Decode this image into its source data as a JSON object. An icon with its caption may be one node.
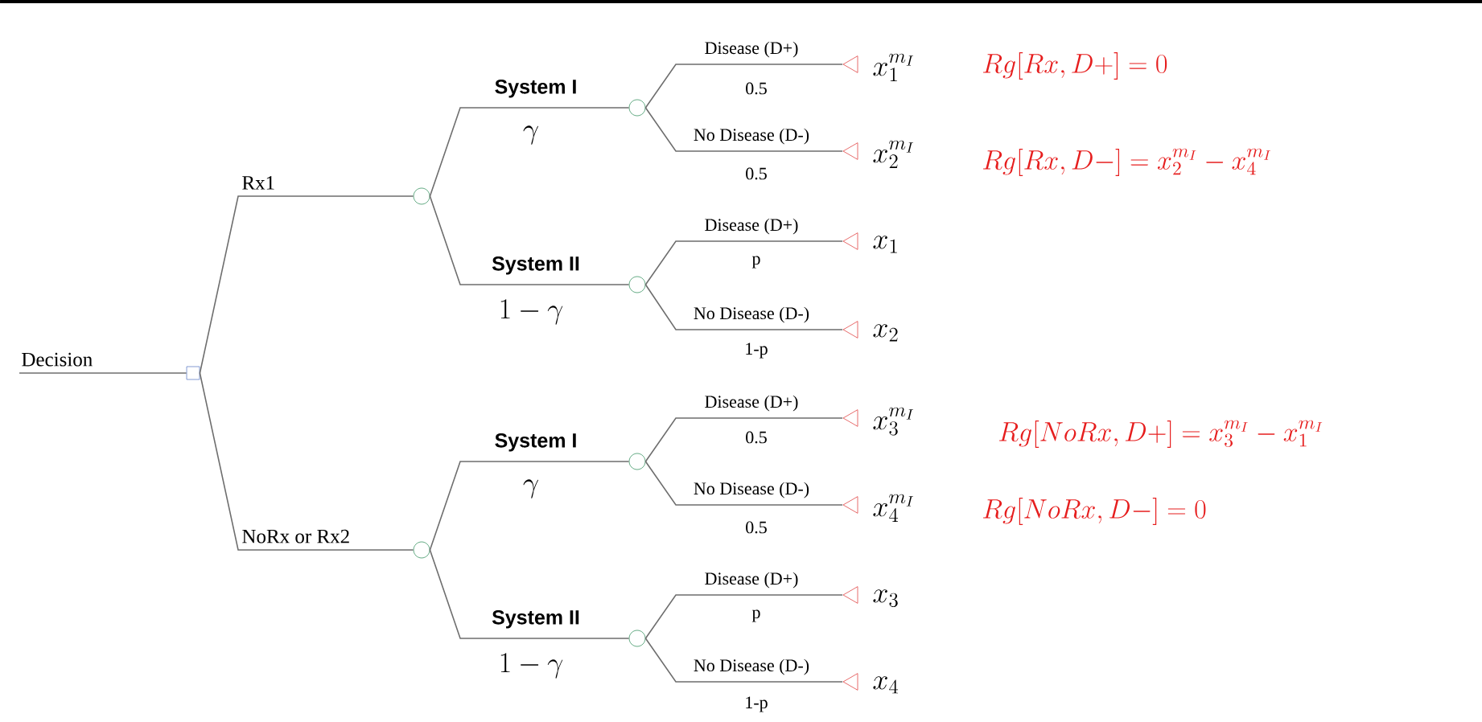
{
  "diagram": {
    "nodes": [
      {
        "text": [],
        "shape": "box"
      },
      {
        "text": [],
        "shape": "circle"
      },
      {
        "text": [],
        "shape": "circle"
      },
      {
        "text": [],
        "shape": "circle"
      },
      {
        "text": [],
        "shape": "circle"
      },
      {
        "text": [],
        "shape": "circle"
      },
      {
        "text": [],
        "shape": "circle"
      },
      {
        "text": [],
        "shape": "triangle",
        "beside": [
          "x_1^{m_I}"
        ]
      },
      {
        "text": [],
        "shape": "triangle",
        "beside": [
          "x_2^{m_I}"
        ]
      },
      {
        "text": [],
        "shape": "triangle",
        "beside": [
          "x_1"
        ]
      },
      {
        "text": [],
        "shape": "triangle",
        "beside": [
          "x_2"
        ]
      },
      {
        "text": [],
        "shape": "triangle",
        "beside": [
          "x_3^{m_I}"
        ]
      },
      {
        "text": [],
        "shape": "triangle",
        "beside": [
          "x_4^{m_I}"
        ]
      },
      {
        "text": [],
        "shape": "triangle",
        "beside": [
          "x_3"
        ]
      },
      {
        "text": [],
        "shape": "triangle",
        "beside": [
          "x_4"
        ]
      }
    ],
    "edges": [
      {
        "from": null,
        "to": 0,
        "arrow": "none",
        "label": "Decision"
      },
      {
        "from": 0,
        "to": 1,
        "arrow": "none",
        "label": "Rx1"
      },
      {
        "from": 0,
        "to": 2,
        "arrow": "none",
        "label": "NoRx or Rx2"
      },
      {
        "from": 1,
        "to": 3,
        "arrow": "none",
        "label": "System I"
      },
      {
        "from": 1,
        "to": 4,
        "arrow": "none",
        "label": "System II"
      },
      {
        "from": 2,
        "to": 5,
        "arrow": "none",
        "label": "System I"
      },
      {
        "from": 2,
        "to": 6,
        "arrow": "none",
        "label": "System II"
      },
      {
        "from": 3,
        "to": 7,
        "arrow": "none",
        "label": "Disease (D+)"
      },
      {
        "from": 3,
        "to": 8,
        "arrow": "none",
        "label": "No Disease (D-)"
      },
      {
        "from": 4,
        "to": 9,
        "arrow": "none",
        "label": "Disease (D+)"
      },
      {
        "from": 4,
        "to": 10,
        "arrow": "none",
        "label": "No Disease (D-)"
      },
      {
        "from": 5,
        "to": 11,
        "arrow": "none",
        "label": "Disease (D+)"
      },
      {
        "from": 5,
        "to": 12,
        "arrow": "none",
        "label": "No Disease (D-)"
      },
      {
        "from": 6,
        "to": 13,
        "arrow": "none",
        "label": "Disease (D+)"
      },
      {
        "from": 6,
        "to": 14,
        "arrow": "none",
        "label": "No Disease (D-)"
      }
    ],
    "labels": [
      "0.5",
      "\\gamma",
      "0.5",
      "p",
      "1-\\gamma",
      "1-p",
      "0.5",
      "\\gamma",
      "0.5",
      "p",
      "1-\\gamma",
      "1-p",
      "Rg[Rx, D+] = 0",
      "Rg[Rx, D-] = x_2^{m_I} - x_4^{m_I}",
      "Rg[NoRx, D+] = x_3^{m_I} - x_1^{m_I}",
      "Rg[NoRx, D-] = 0"
    ]
  }
}
